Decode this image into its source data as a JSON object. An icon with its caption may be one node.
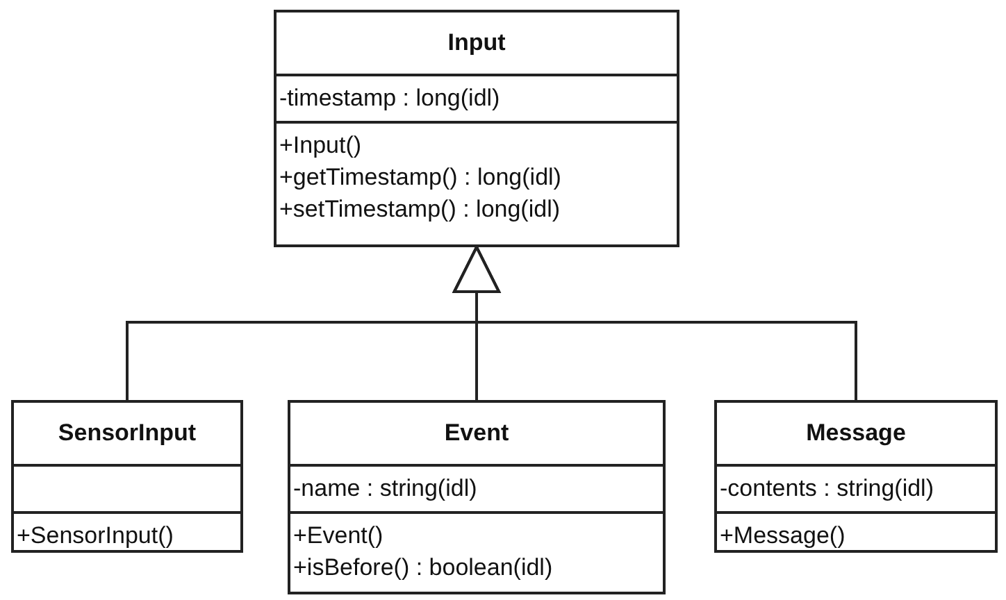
{
  "diagram": {
    "nodes": [
      {
        "text": [
          "Input"
        ]
      },
      {
        "text": [
          "-timestamp : long(idl)"
        ],
        "in": 0
      },
      {
        "text": [
          "+Input()",
          "+getTimestamp() : long(idl)",
          "+setTimestamp() : long(idl)"
        ],
        "in": 0
      },
      {
        "text": [
          "SensorInput"
        ]
      },
      {
        "text": [],
        "shape": "box",
        "in": 3
      },
      {
        "text": [
          "+SensorInput()"
        ],
        "in": 3
      },
      {
        "text": [
          "Event"
        ]
      },
      {
        "text": [
          "-name : string(idl)"
        ],
        "in": 6
      },
      {
        "text": [
          "+Event()",
          "+isBefore() : boolean(idl)"
        ],
        "in": 6
      },
      {
        "text": [
          "Message"
        ]
      },
      {
        "text": [
          "-contents : string(idl)"
        ],
        "in": 9
      },
      {
        "text": [
          "+Message()"
        ],
        "in": 9
      }
    ],
    "edges": [
      {
        "from": 3,
        "to": 0,
        "arrow": "to"
      },
      {
        "from": 6,
        "to": 0,
        "arrow": "to"
      },
      {
        "from": 9,
        "to": 0,
        "arrow": "to"
      }
    ]
  }
}
